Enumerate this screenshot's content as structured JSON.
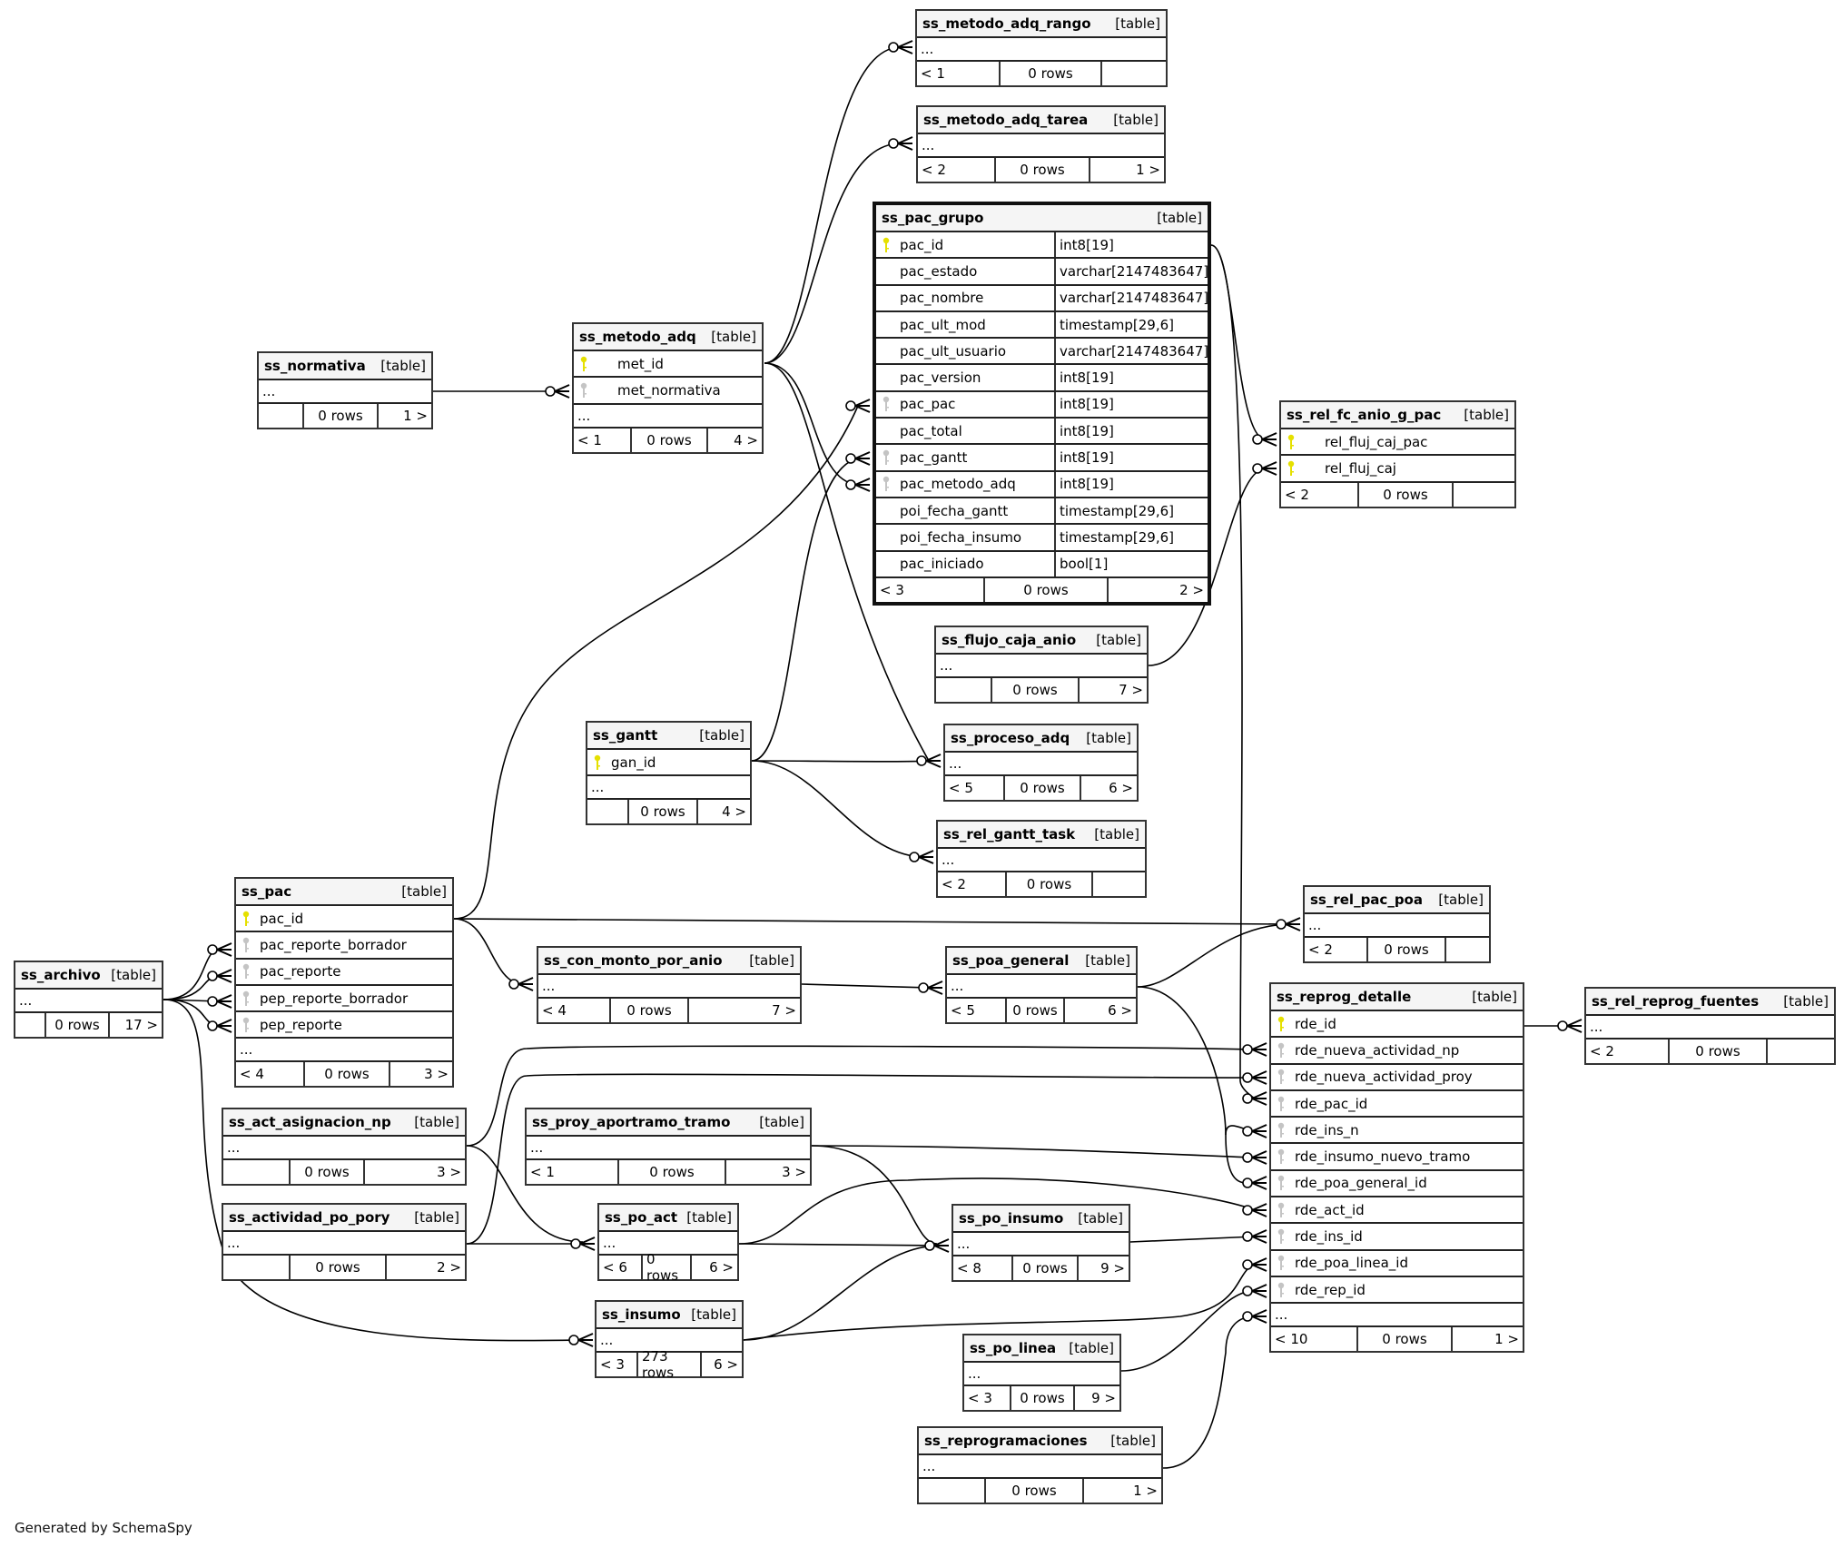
{
  "diagram": {
    "footer": "Generated by SchemaSpy",
    "colors": {
      "pk_key": "#e5e000",
      "fk_key": "#c4c4c4",
      "line": "#000000",
      "header_bg": "#f5f5f5"
    },
    "table_label": "[table]",
    "ellipsis": "...",
    "tables": {
      "ss_metodo_adq_rango": {
        "name": "ss_metodo_adq_rango",
        "parents": "< 1",
        "rows": "0 rows",
        "children": ""
      },
      "ss_metodo_adq_tarea": {
        "name": "ss_metodo_adq_tarea",
        "parents": "< 2",
        "rows": "0 rows",
        "children": "1 >"
      },
      "ss_pac_grupo": {
        "name": "ss_pac_grupo",
        "parents": "< 3",
        "rows": "0 rows",
        "children": "2 >",
        "columns": [
          {
            "name": "pac_id",
            "type": "int8[19]",
            "key": "pk"
          },
          {
            "name": "pac_estado",
            "type": "varchar[2147483647]",
            "key": ""
          },
          {
            "name": "pac_nombre",
            "type": "varchar[2147483647]",
            "key": ""
          },
          {
            "name": "pac_ult_mod",
            "type": "timestamp[29,6]",
            "key": ""
          },
          {
            "name": "pac_ult_usuario",
            "type": "varchar[2147483647]",
            "key": ""
          },
          {
            "name": "pac_version",
            "type": "int8[19]",
            "key": ""
          },
          {
            "name": "pac_pac",
            "type": "int8[19]",
            "key": "fk"
          },
          {
            "name": "pac_total",
            "type": "int8[19]",
            "key": ""
          },
          {
            "name": "pac_gantt",
            "type": "int8[19]",
            "key": "fk"
          },
          {
            "name": "pac_metodo_adq",
            "type": "int8[19]",
            "key": "fk"
          },
          {
            "name": "poi_fecha_gantt",
            "type": "timestamp[29,6]",
            "key": ""
          },
          {
            "name": "poi_fecha_insumo",
            "type": "timestamp[29,6]",
            "key": ""
          },
          {
            "name": "pac_iniciado",
            "type": "bool[1]",
            "key": ""
          }
        ]
      },
      "ss_normativa": {
        "name": "ss_normativa",
        "parents": "",
        "rows": "0 rows",
        "children": "1 >"
      },
      "ss_metodo_adq": {
        "name": "ss_metodo_adq",
        "parents": "< 1",
        "rows": "0 rows",
        "children": "4 >",
        "columns": [
          {
            "name": "met_id",
            "key": "pk"
          },
          {
            "name": "met_normativa",
            "key": "fk"
          }
        ]
      },
      "ss_rel_fc_anio_g_pac": {
        "name": "ss_rel_fc_anio_g_pac",
        "parents": "< 2",
        "rows": "0 rows",
        "children": "",
        "columns": [
          {
            "name": "rel_fluj_caj_pac",
            "key": "pk"
          },
          {
            "name": "rel_fluj_caj",
            "key": "pk"
          }
        ]
      },
      "ss_flujo_caja_anio": {
        "name": "ss_flujo_caja_anio",
        "parents": "",
        "rows": "0 rows",
        "children": "7 >"
      },
      "ss_gantt": {
        "name": "ss_gantt",
        "parents": "",
        "rows": "0 rows",
        "children": "4 >",
        "columns": [
          {
            "name": "gan_id",
            "key": "pk"
          }
        ]
      },
      "ss_proceso_adq": {
        "name": "ss_proceso_adq",
        "parents": "< 5",
        "rows": "0 rows",
        "children": "6 >"
      },
      "ss_rel_gantt_task": {
        "name": "ss_rel_gantt_task",
        "parents": "< 2",
        "rows": "0 rows",
        "children": ""
      },
      "ss_pac": {
        "name": "ss_pac",
        "parents": "< 4",
        "rows": "0 rows",
        "children": "3 >",
        "columns": [
          {
            "name": "pac_id",
            "key": "pk"
          },
          {
            "name": "pac_reporte_borrador",
            "key": "fk"
          },
          {
            "name": "pac_reporte",
            "key": "fk"
          },
          {
            "name": "pep_reporte_borrador",
            "key": "fk"
          },
          {
            "name": "pep_reporte",
            "key": "fk"
          }
        ]
      },
      "ss_archivo": {
        "name": "ss_archivo",
        "parents": "",
        "rows": "0 rows",
        "children": "17 >"
      },
      "ss_rel_pac_poa": {
        "name": "ss_rel_pac_poa",
        "parents": "< 2",
        "rows": "0 rows",
        "children": ""
      },
      "ss_con_monto_por_anio": {
        "name": "ss_con_monto_por_anio",
        "parents": "< 4",
        "rows": "0 rows",
        "children": "7 >"
      },
      "ss_poa_general": {
        "name": "ss_poa_general",
        "parents": "< 5",
        "rows": "0 rows",
        "children": "6 >"
      },
      "ss_reprog_detalle": {
        "name": "ss_reprog_detalle",
        "parents": "< 10",
        "rows": "0 rows",
        "children": "1 >",
        "columns": [
          {
            "name": "rde_id",
            "key": "pk"
          },
          {
            "name": "rde_nueva_actividad_np",
            "key": "fk"
          },
          {
            "name": "rde_nueva_actividad_proy",
            "key": "fk"
          },
          {
            "name": "rde_pac_id",
            "key": "fk"
          },
          {
            "name": "rde_ins_n",
            "key": "fk"
          },
          {
            "name": "rde_insumo_nuevo_tramo",
            "key": "fk"
          },
          {
            "name": "rde_poa_general_id",
            "key": "fk"
          },
          {
            "name": "rde_act_id",
            "key": "fk"
          },
          {
            "name": "rde_ins_id",
            "key": "fk"
          },
          {
            "name": "rde_poa_linea_id",
            "key": "fk"
          },
          {
            "name": "rde_rep_id",
            "key": "fk"
          }
        ]
      },
      "ss_rel_reprog_fuentes": {
        "name": "ss_rel_reprog_fuentes",
        "parents": "< 2",
        "rows": "0 rows",
        "children": ""
      },
      "ss_act_asignacion_np": {
        "name": "ss_act_asignacion_np",
        "parents": "",
        "rows": "0 rows",
        "children": "3 >"
      },
      "ss_proy_aportramo_tramo": {
        "name": "ss_proy_aportramo_tramo",
        "parents": "< 1",
        "rows": "0 rows",
        "children": "3 >"
      },
      "ss_actividad_po_pory": {
        "name": "ss_actividad_po_pory",
        "parents": "",
        "rows": "0 rows",
        "children": "2 >"
      },
      "ss_po_act": {
        "name": "ss_po_act",
        "parents": "< 6",
        "rows": "0 rows",
        "children": "6 >"
      },
      "ss_po_insumo": {
        "name": "ss_po_insumo",
        "parents": "< 8",
        "rows": "0 rows",
        "children": "9 >"
      },
      "ss_insumo": {
        "name": "ss_insumo",
        "parents": "< 3",
        "rows": "273 rows",
        "children": "6 >"
      },
      "ss_po_linea": {
        "name": "ss_po_linea",
        "parents": "< 3",
        "rows": "0 rows",
        "children": "9 >"
      },
      "ss_reprogramaciones": {
        "name": "ss_reprogramaciones",
        "parents": "",
        "rows": "0 rows",
        "children": "1 >"
      }
    }
  }
}
